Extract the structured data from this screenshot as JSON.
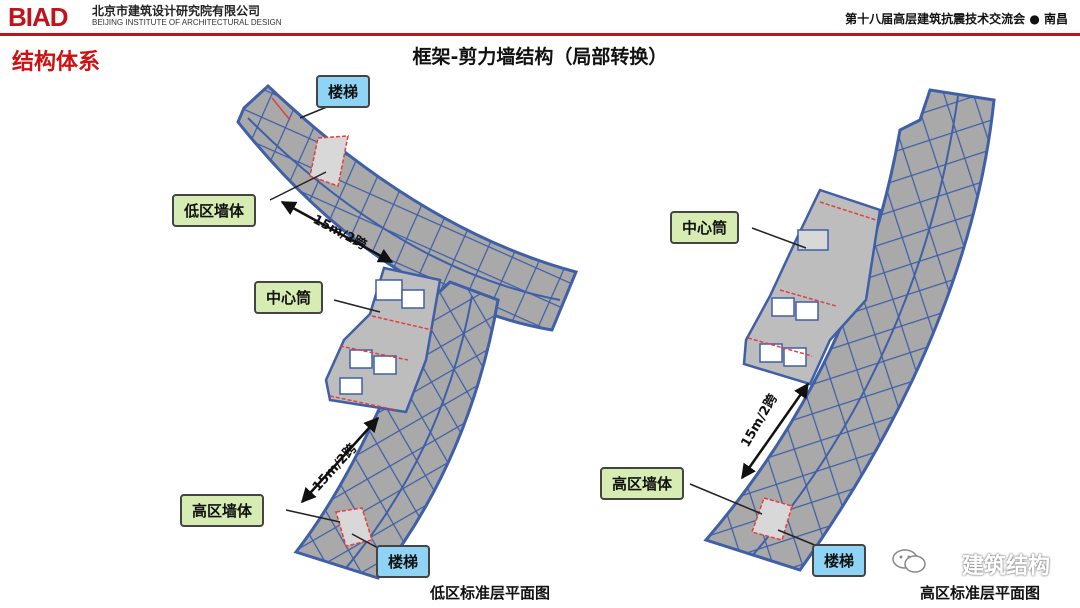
{
  "header": {
    "logo": "BIAD",
    "org_cn": "北京市建筑设计研究院有限公司",
    "org_en": "BEIJING INSTITUTE OF ARCHITECTURAL DESIGN",
    "conference": "第十八届高层建筑抗震技术交流会 ● 南昌"
  },
  "section_title": "结构体系",
  "slide_title": "框架-剪力墙结构（局部转换）",
  "left_plan": {
    "caption": "低区标准层平面图",
    "labels": {
      "stair_top": "楼梯",
      "low_wall": "低区墙体",
      "core": "中心筒",
      "high_wall": "高区墙体",
      "stair_bottom": "楼梯"
    },
    "dimensions": [
      "15m/2跨",
      "15m/2跨"
    ]
  },
  "right_plan": {
    "caption": "高区标准层平面图",
    "labels": {
      "core": "中心筒",
      "high_wall": "高区墙体",
      "stair": "楼梯"
    },
    "dimensions": [
      "15m/2跨"
    ]
  },
  "watermark": "建筑结构",
  "colors": {
    "accent": "#c0141c",
    "slab_fill": "#a9a9a9",
    "beam": "#3f5fa8",
    "wall_highlight": "#e04040",
    "tag_blue": "#8fd3f5",
    "tag_green": "#d6ecb2"
  }
}
